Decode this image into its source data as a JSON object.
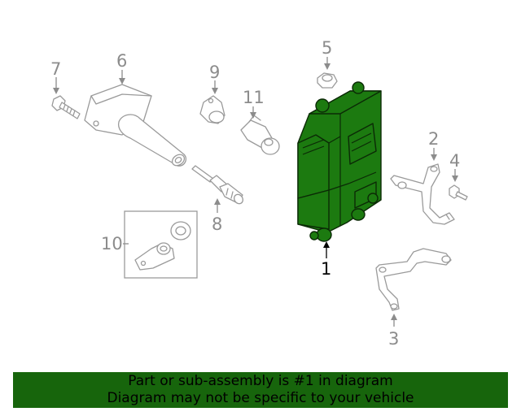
{
  "callouts": {
    "c1": "1",
    "c2": "2",
    "c3": "3",
    "c4": "4",
    "c5": "5",
    "c6": "6",
    "c7": "7",
    "c8": "8",
    "c9": "9",
    "c10": "10",
    "c11": "11"
  },
  "highlighted_part": "1",
  "colors": {
    "highlight": "#1c7a10",
    "banner_background": "#17650c",
    "callout_text": "#8c8c8c",
    "outline": "#9a9a9a"
  },
  "banner": {
    "line1": "Part or sub-assembly is #1 in diagram",
    "line2": "Diagram may not be specific to your vehicle"
  }
}
